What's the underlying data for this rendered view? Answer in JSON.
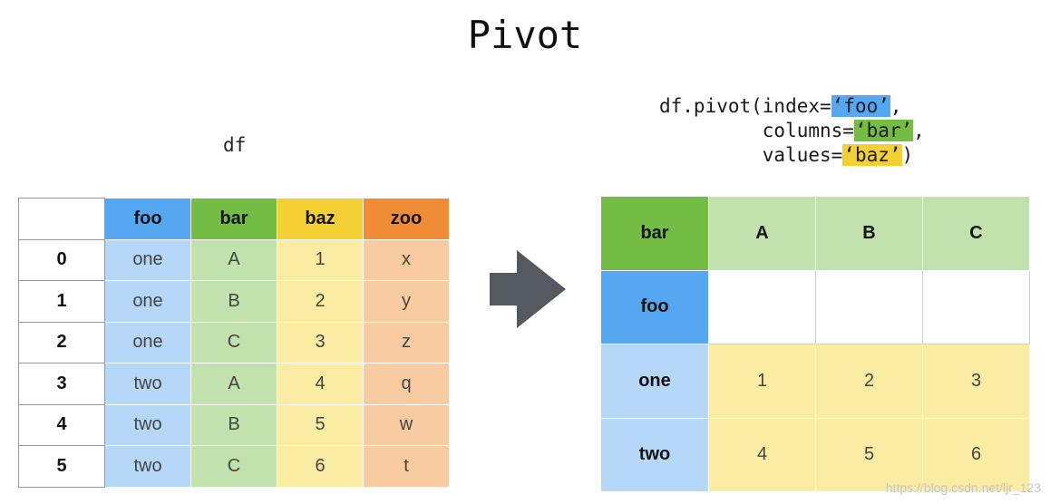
{
  "title": "Pivot",
  "df_label": "df",
  "code": {
    "l1_pre": "df.pivot(index=",
    "l1_arg": "‘foo’",
    "l1_post": ",",
    "l2_pre": "         columns=",
    "l2_arg": "‘bar’",
    "l2_post": ",",
    "l3_pre": "         values=",
    "l3_arg": "‘baz’",
    "l3_post": ")"
  },
  "colors": {
    "foo": "#55a7f2",
    "foo_light": "#b6d8f8",
    "bar": "#74bd44",
    "bar_light": "#c2e2ad",
    "baz": "#f5d033",
    "baz_light": "#fbeca4",
    "zoo": "#f08c35",
    "zoo_light": "#f8cca0",
    "arrow": "#555a61"
  },
  "left_table": {
    "headers": [
      "foo",
      "bar",
      "baz",
      "zoo"
    ],
    "rows": [
      {
        "index": "0",
        "cells": [
          "one",
          "A",
          "1",
          "x"
        ]
      },
      {
        "index": "1",
        "cells": [
          "one",
          "B",
          "2",
          "y"
        ]
      },
      {
        "index": "2",
        "cells": [
          "one",
          "C",
          "3",
          "z"
        ]
      },
      {
        "index": "3",
        "cells": [
          "two",
          "A",
          "4",
          "q"
        ]
      },
      {
        "index": "4",
        "cells": [
          "two",
          "B",
          "5",
          "w"
        ]
      },
      {
        "index": "5",
        "cells": [
          "two",
          "C",
          "6",
          "t"
        ]
      }
    ]
  },
  "right_table": {
    "columns_name": "bar",
    "index_name": "foo",
    "columns": [
      "A",
      "B",
      "C"
    ],
    "rows": [
      {
        "index": "one",
        "cells": [
          "1",
          "2",
          "3"
        ]
      },
      {
        "index": "two",
        "cells": [
          "4",
          "5",
          "6"
        ]
      }
    ]
  },
  "watermark": "https://blog.csdn.net/ljr_123"
}
